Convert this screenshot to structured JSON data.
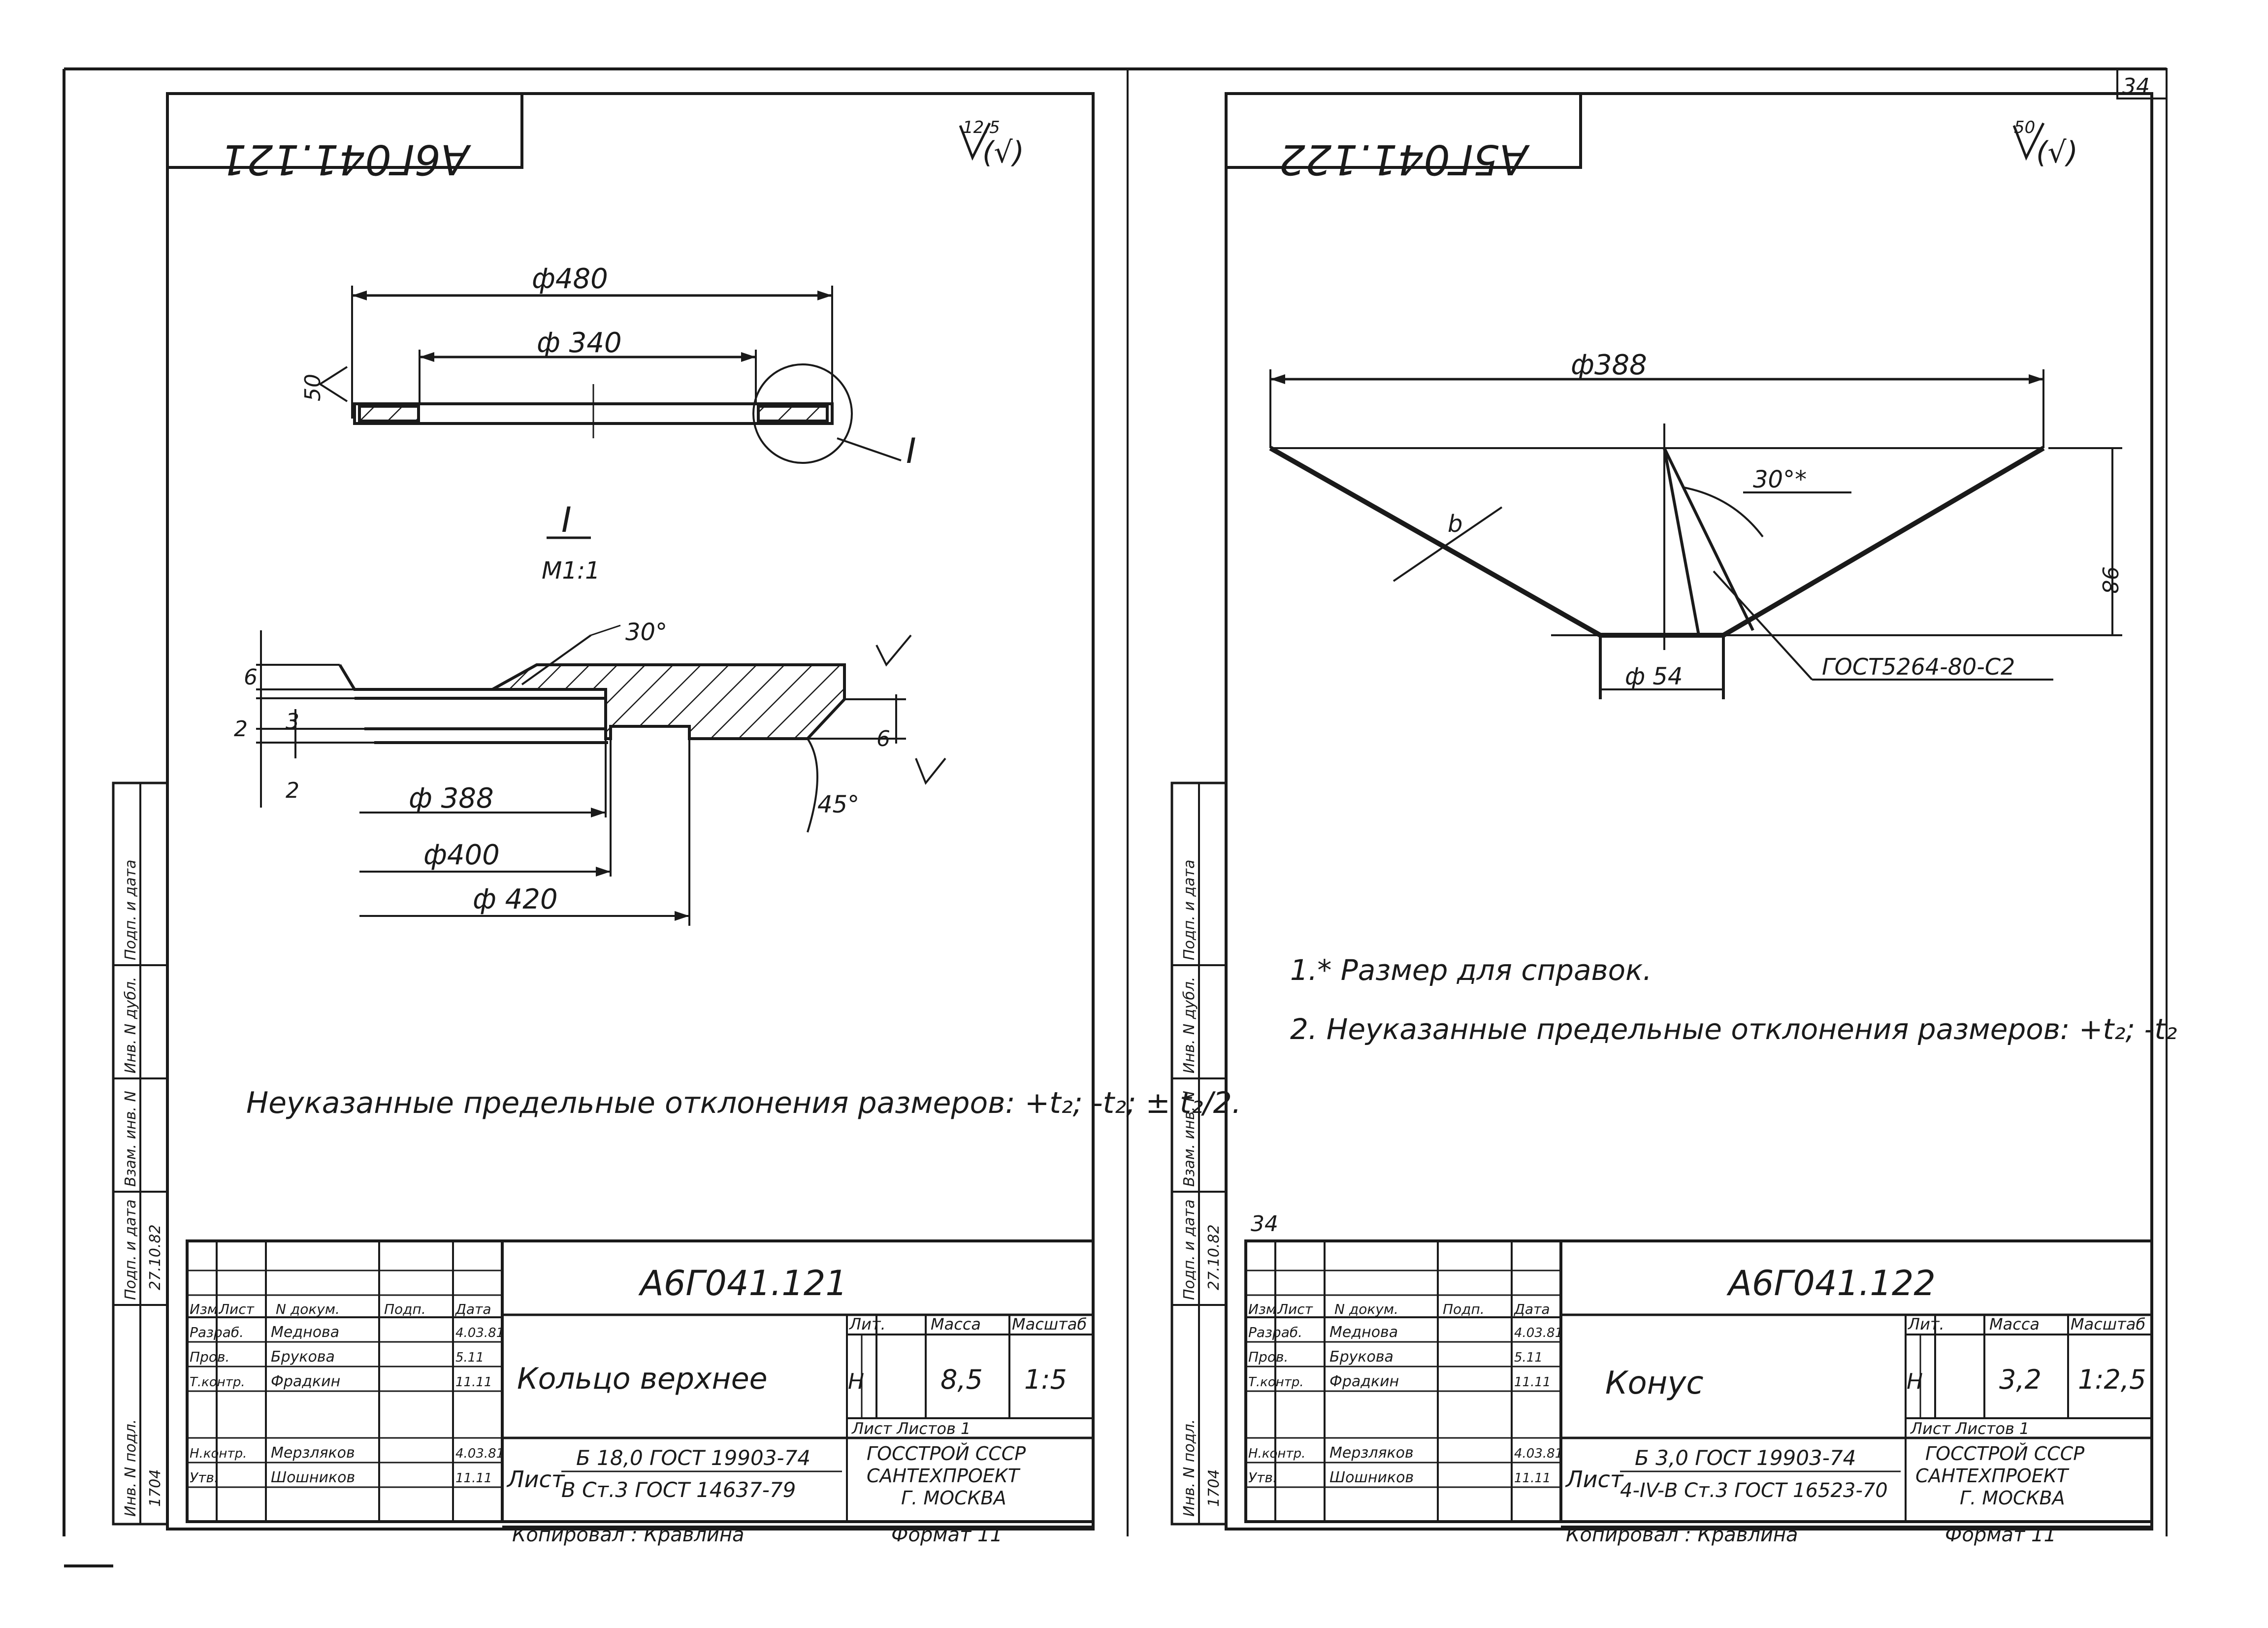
{
  "page_number": "34",
  "left_sheet": {
    "designation_inverted": "А6Г041.121",
    "roughness": {
      "value": "12,5",
      "sub": "(√)"
    },
    "dims": {
      "d480": "ф480",
      "d340": "ф 340",
      "r50": "50",
      "callout": "I",
      "detail_title": "I",
      "detail_scale": "М1:1",
      "a30": "30°",
      "h6": "6",
      "h2a": "2",
      "h3": "3",
      "h2b": "2",
      "h6r": "6",
      "a45": "45°",
      "d388": "ф 388",
      "d400": "ф400",
      "d420": "ф 420"
    },
    "note": "Неуказанные предельные отклонения размеров: +t₂; -t₂; ± t₂/2.",
    "title_block": {
      "designation": "А6Г041.121",
      "name": "Кольцо верхнее",
      "lit": "Н",
      "mass": "8,5",
      "scale": "1:5",
      "headers": {
        "lit": "Лит.",
        "mass": "Масса",
        "scale": "Масштаб"
      },
      "sheet_row": "Лист   Листов 1",
      "material_top": "Б 18,0 ГОСТ 19903-74",
      "material_bottom": "В Ст.3 ГОСТ 14637-79",
      "material_label": "Лист",
      "org1": "ГОССТРОЙ СССР",
      "org2": "САНТЕХПРОЕКТ",
      "org3": "Г. МОСКВА",
      "col_headers": [
        "Изм.",
        "Лист",
        "N докум.",
        "Подп.",
        "Дата"
      ],
      "people": [
        {
          "role": "Разраб.",
          "name": "Меднова"
        },
        {
          "role": "Пров.",
          "name": "Брукова"
        },
        {
          "role": "Т.контр.",
          "name": "Фрадкин"
        },
        {
          "role": "",
          "name": ""
        },
        {
          "role": "Н.контр.",
          "name": "Мерзляков"
        },
        {
          "role": "Утв.",
          "name": "Шошников"
        }
      ],
      "dates": [
        "4.03.81",
        "5.11",
        "11.11",
        "",
        "4.03.81",
        "11.11"
      ],
      "copied": "Копировал : Кравлина",
      "format": "Формат 11"
    },
    "side_columns": [
      "Инв. N подл.",
      "Подп. и дата",
      "Взам. инв. N",
      "Инв. N дубл.",
      "Подп. и дата"
    ],
    "side_values": [
      "1704",
      "27.10.82"
    ]
  },
  "right_sheet": {
    "designation_inverted": "А5Г041.122",
    "roughness": {
      "value": "50",
      "sub": "(√)"
    },
    "dims": {
      "d388": "ф388",
      "a30": "30°*",
      "h98": "98",
      "thick": "b",
      "d54": "ф 54",
      "weld": "ГОСТ5264-80-С2"
    },
    "notes": [
      "1.* Размер для справок.",
      "2. Неуказанные предельные отклонения размеров: +t₂; -t₂"
    ],
    "title_block": {
      "designation": "А6Г041.122",
      "name": "Конус",
      "lit": "Н",
      "mass": "3,2",
      "scale": "1:2,5",
      "headers": {
        "lit": "Лит.",
        "mass": "Масса",
        "scale": "Масштаб"
      },
      "sheet_row": "Лист   Листов 1",
      "material_top": "Б 3,0 ГОСТ 19903-74",
      "material_bottom": "4-IV-В Ст.3 ГОСТ 16523-70",
      "material_label": "Лист",
      "org1": "ГОССТРОЙ СССР",
      "org2": "САНТЕХПРОЕКТ",
      "org3": "Г. МОСКВА",
      "col_headers": [
        "Изм.",
        "Лист",
        "N докум.",
        "Подп.",
        "Дата"
      ],
      "people": [
        {
          "role": "Разраб.",
          "name": "Меднова"
        },
        {
          "role": "Пров.",
          "name": "Брукова"
        },
        {
          "role": "Т.контр.",
          "name": "Фрадкин"
        },
        {
          "role": "",
          "name": ""
        },
        {
          "role": "Н.контр.",
          "name": "Мерзляков"
        },
        {
          "role": "Утв.",
          "name": "Шошников"
        }
      ],
      "dates": [
        "4.03.81",
        "5.11",
        "11.11",
        "",
        "4.03.81",
        "11.11"
      ],
      "copied": "Копировал : Кравлина",
      "format": "Формат 11",
      "corner_number": "34"
    },
    "side_columns": [
      "Инв. N подл.",
      "Подп. и дата",
      "Взам. инв. N",
      "Инв. N дубл.",
      "Подп. и дата"
    ],
    "side_values": [
      "1704",
      "27.10.82"
    ]
  }
}
